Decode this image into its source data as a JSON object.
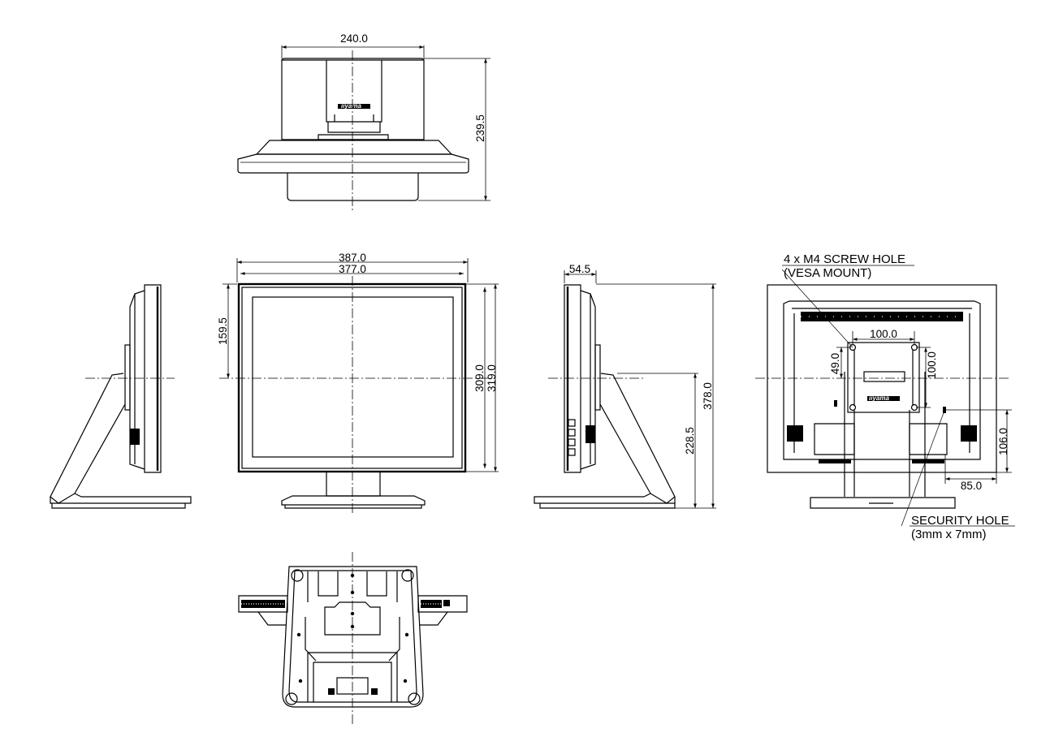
{
  "dimensions": {
    "top_width": "240.0",
    "top_depth": "239.5",
    "front_outer_width": "387.0",
    "front_inner_width": "377.0",
    "front_screen_height": "309.0",
    "front_outer_height": "319.0",
    "front_center_height": "159.5",
    "side_depth": "54.5",
    "side_total_height": "378.0",
    "side_center_height": "228.5",
    "vesa_horizontal": "100.0",
    "vesa_vertical": "100.0",
    "vesa_offset": "49.0",
    "security_height": "106.0",
    "security_offset": "85.0"
  },
  "annotations": {
    "screw_hole_line1": "4 x M4 SCREW HOLE",
    "screw_hole_line2": "(VESA MOUNT)",
    "security_hole_line1": "SECURITY HOLE",
    "security_hole_line2": "(3mm x 7mm)"
  },
  "brand": "iiyama"
}
